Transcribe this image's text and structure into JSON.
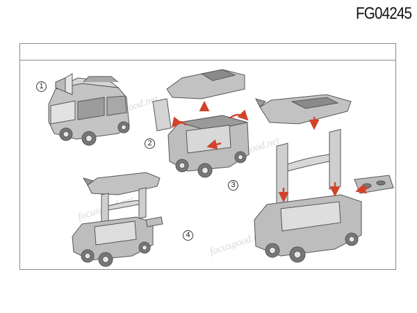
{
  "product_code": "FG04245",
  "steps": [
    "1",
    "2",
    "3",
    "4"
  ],
  "watermark": "focusgood.net",
  "colors": {
    "body": "#b9b9b9",
    "dark": "#7d7d7d",
    "light": "#d9d9d9",
    "arrow": "#d1432b",
    "outline": "#555555"
  },
  "icons": [
    "van-illustration",
    "arrow-icon",
    "loudspeaker-icon"
  ]
}
